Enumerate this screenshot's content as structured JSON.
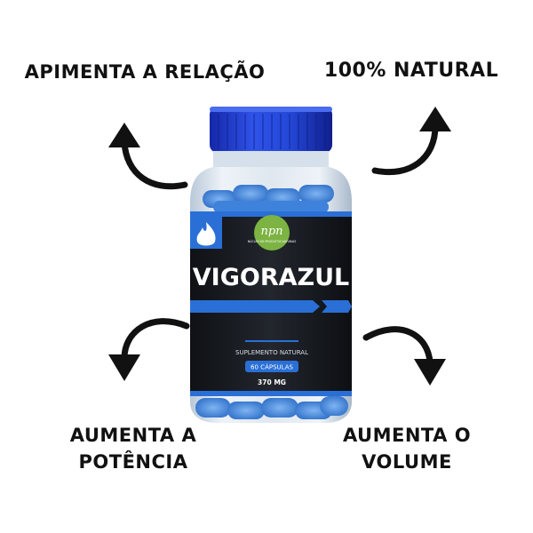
{
  "captions": {
    "top_left": "APIMENTA A RELAÇÃO",
    "top_right": "100% NATURAL",
    "bottom_left_line1": "AUMENTA A",
    "bottom_left_line2": "POTÊNCIA",
    "bottom_right_line1": "AUMENTA O",
    "bottom_right_line2": "VOLUME"
  },
  "product": {
    "logo_text": "npn",
    "logo_subtext": "NÚCLEO DE PRODUTOS NATURAIS",
    "brand": "VIGORAZUL",
    "type": "SUPLEMENTO NATURAL",
    "count": "60 CÁPSULAS",
    "dose": "370 MG"
  },
  "icons": {
    "arrow_top_left": "curved-arrow-up-left-icon",
    "arrow_top_right": "curved-arrow-up-right-icon",
    "arrow_bottom_left": "curved-arrow-down-left-icon",
    "arrow_bottom_right": "curved-arrow-down-right-icon",
    "label_badge": "flame-icon"
  },
  "colors": {
    "cap": "#1f3fd0",
    "label": "#1b1e24",
    "accent": "#2a6fd6",
    "capsules": "#4f94e6",
    "text": "#111111"
  }
}
